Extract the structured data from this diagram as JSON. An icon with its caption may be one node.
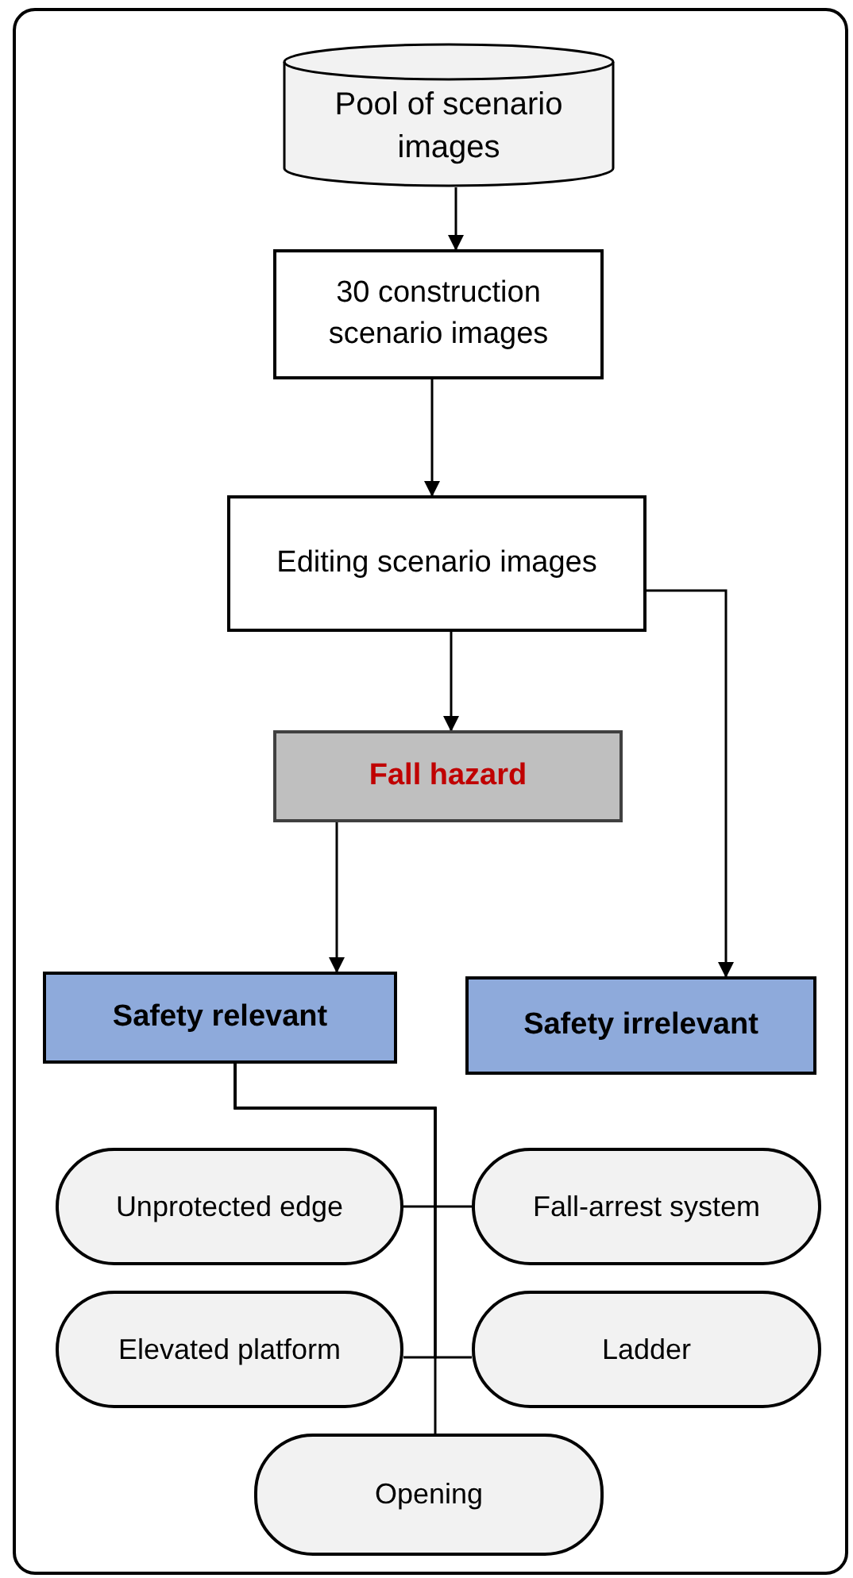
{
  "diagram": {
    "nodes": [
      {
        "text": [
          "Pool of scenario images"
        ]
      },
      {
        "text": [
          "30 construction scenario images"
        ]
      },
      {
        "text": [
          "Editing scenario images"
        ]
      },
      {
        "text": [
          "Fall hazard"
        ]
      },
      {
        "text": [
          "Safety relevant"
        ]
      },
      {
        "text": [
          "Safety irrelevant"
        ]
      },
      {
        "text": [
          "Unprotected edge"
        ]
      },
      {
        "text": [
          "Fall-arrest system"
        ]
      },
      {
        "text": [
          "Elevated platform"
        ]
      },
      {
        "text": [
          "Ladder"
        ]
      },
      {
        "text": [
          "Opening"
        ]
      }
    ],
    "edges": [
      {
        "from": 0,
        "to": 1,
        "arrow": "to"
      },
      {
        "from": 1,
        "to": 2,
        "arrow": "to"
      },
      {
        "from": 2,
        "to": 3,
        "arrow": "to"
      },
      {
        "from": 2,
        "to": 5,
        "arrow": "to"
      },
      {
        "from": 3,
        "to": 4,
        "arrow": "to"
      },
      {
        "from": 4,
        "to": 6,
        "arrow": "none"
      },
      {
        "from": 4,
        "to": 7,
        "arrow": "none"
      },
      {
        "from": 4,
        "to": 8,
        "arrow": "none"
      },
      {
        "from": 4,
        "to": 9,
        "arrow": "none"
      },
      {
        "from": 4,
        "to": 10,
        "arrow": "none"
      }
    ]
  }
}
